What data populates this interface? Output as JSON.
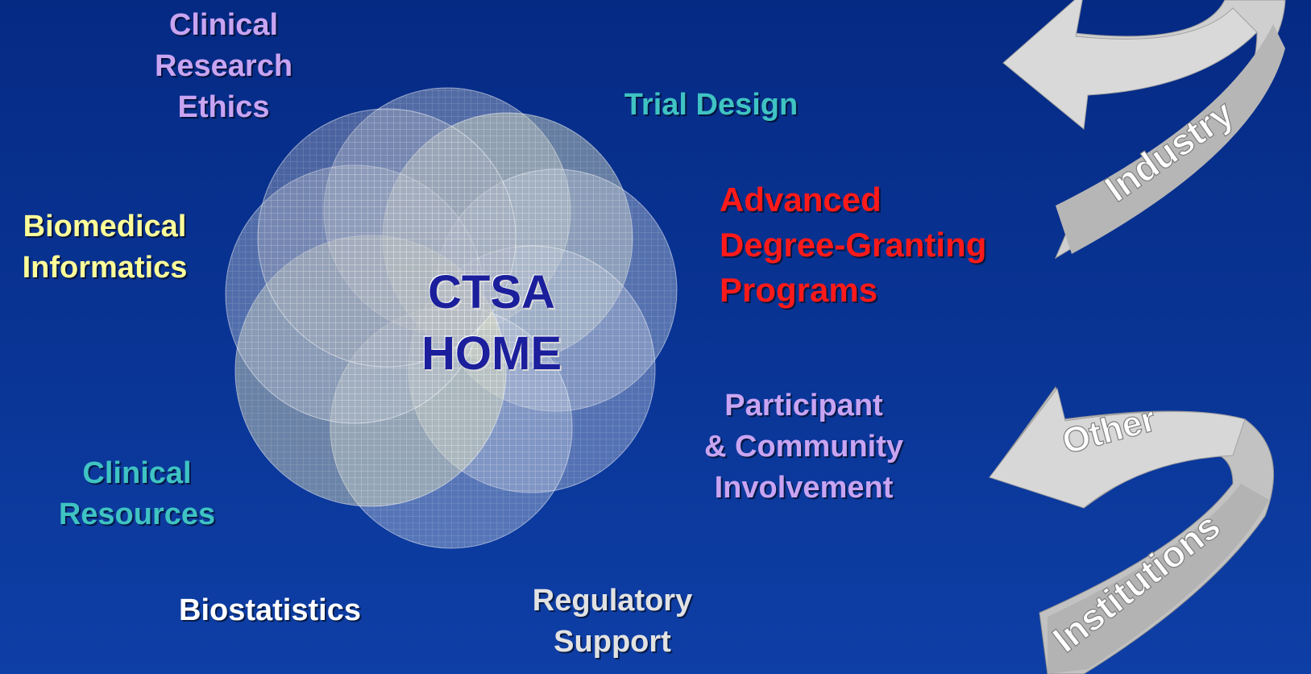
{
  "center": {
    "line1": "CTSA",
    "line2": "HOME"
  },
  "labels": {
    "clinical_research_ethics": [
      "Clinical",
      "Research",
      "Ethics"
    ],
    "trial_design": [
      "Trial Design"
    ],
    "advanced_degree_granting_programs": [
      "Advanced",
      "Degree-Granting",
      "Programs"
    ],
    "biomedical_informatics": [
      "Biomedical",
      "Informatics"
    ],
    "participant_community_involvement": [
      "Participant",
      "& Community",
      "Involvement"
    ],
    "clinical_resources": [
      "Clinical",
      "Resources"
    ],
    "biostatistics": [
      "Biostatistics"
    ],
    "regulatory_support": [
      "Regulatory",
      "Support"
    ]
  },
  "arrows": {
    "industry": "Industry",
    "other": "Other",
    "institutions": "Institutions"
  },
  "colors": {
    "background": "#0a3596",
    "clinical_research_ethics": "#c9a4f2",
    "trial_design": "#3fc3c3",
    "advanced_degree_granting_programs": "#ff1a1a",
    "biomedical_informatics": "#ffff99",
    "participant_community_involvement": "#c9a4f2",
    "clinical_resources": "#3fc3c3",
    "biostatistics": "#ffffff",
    "regulatory_support": "#e2e2e2",
    "center_text": "#1b1f9c",
    "arrow_fill": "#c7c7c7"
  }
}
